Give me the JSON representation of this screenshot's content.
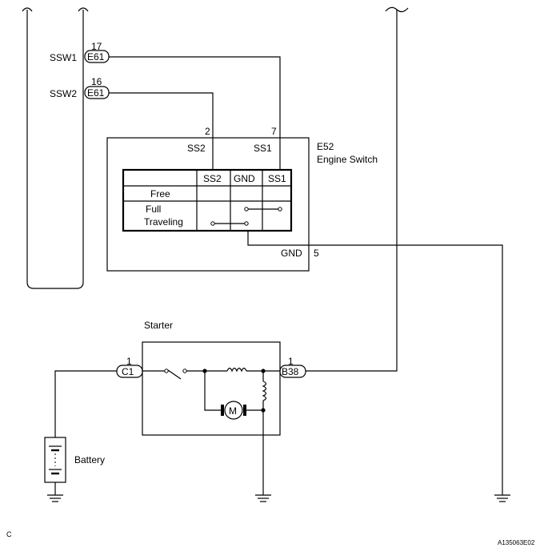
{
  "ecu": {
    "pin_ssw1": "17",
    "pin_ssw2": "16",
    "label_ssw1": "SSW1",
    "label_ssw2": "SSW2",
    "connector": "E61"
  },
  "engine_switch": {
    "code": "E52",
    "name": "Engine Switch",
    "pin_ss2": "2",
    "pin_ss1": "7",
    "pin_gnd": "5",
    "label_ss2": "SS2",
    "label_ss1": "SS1",
    "label_gnd": "GND",
    "table_headers": [
      "SS2",
      "GND",
      "SS1"
    ],
    "row_free": "Free",
    "row_full_1": "Full",
    "row_full_2": "Traveling"
  },
  "starter": {
    "title": "Starter",
    "pin_left": "1",
    "pin_right": "1",
    "connector_left": "C1",
    "connector_right": "B38",
    "motor": "M"
  },
  "battery": {
    "label": "Battery"
  },
  "footer": {
    "left": "C",
    "right": "A135063E02"
  }
}
